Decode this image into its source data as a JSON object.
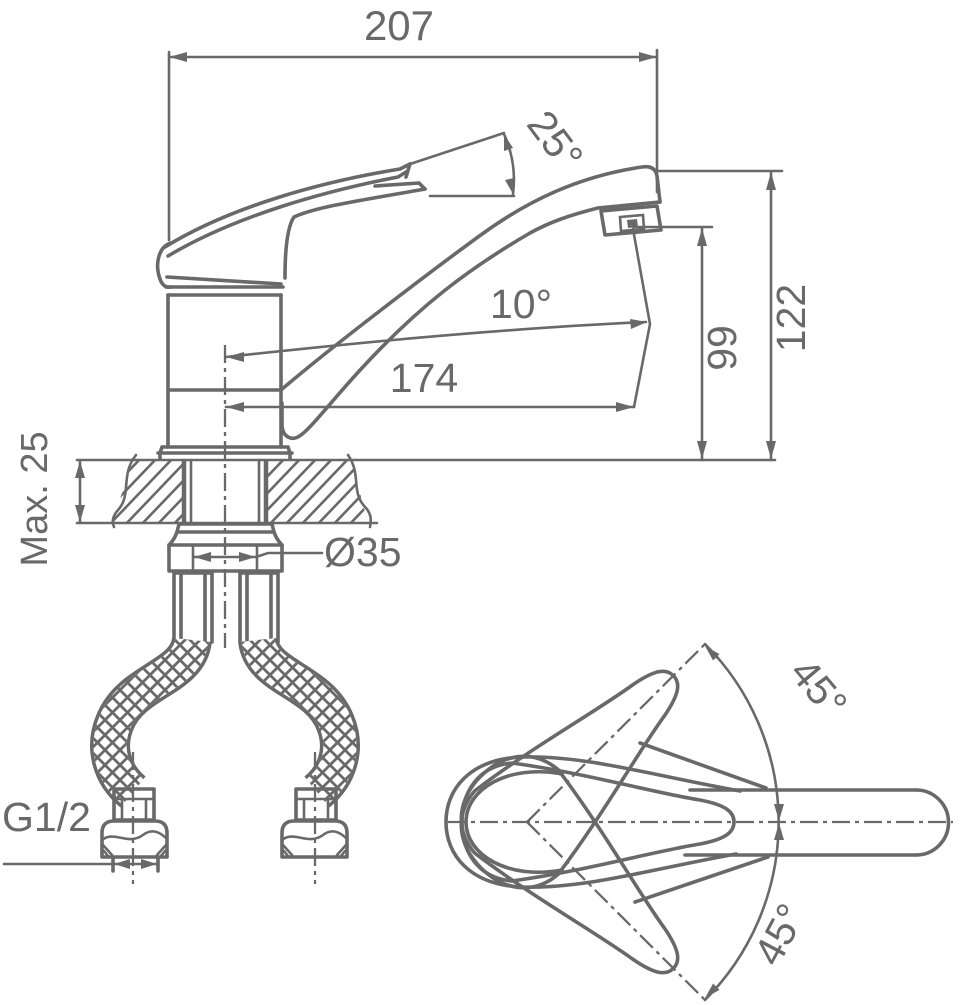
{
  "drawing": {
    "background": "#ffffff",
    "line_color": "#696969",
    "labels": {
      "overall_length": "207",
      "handle_angle": "25°",
      "outlet_angle": "10°",
      "spout_reach": "174",
      "outlet_height": "99",
      "spout_height": "122",
      "deck_thickness": "Max. 25",
      "shank_diameter": "Ø35",
      "connection_thread": "G1/2",
      "swivel_angle_upper": "45°",
      "swivel_angle_lower": "45°"
    }
  }
}
